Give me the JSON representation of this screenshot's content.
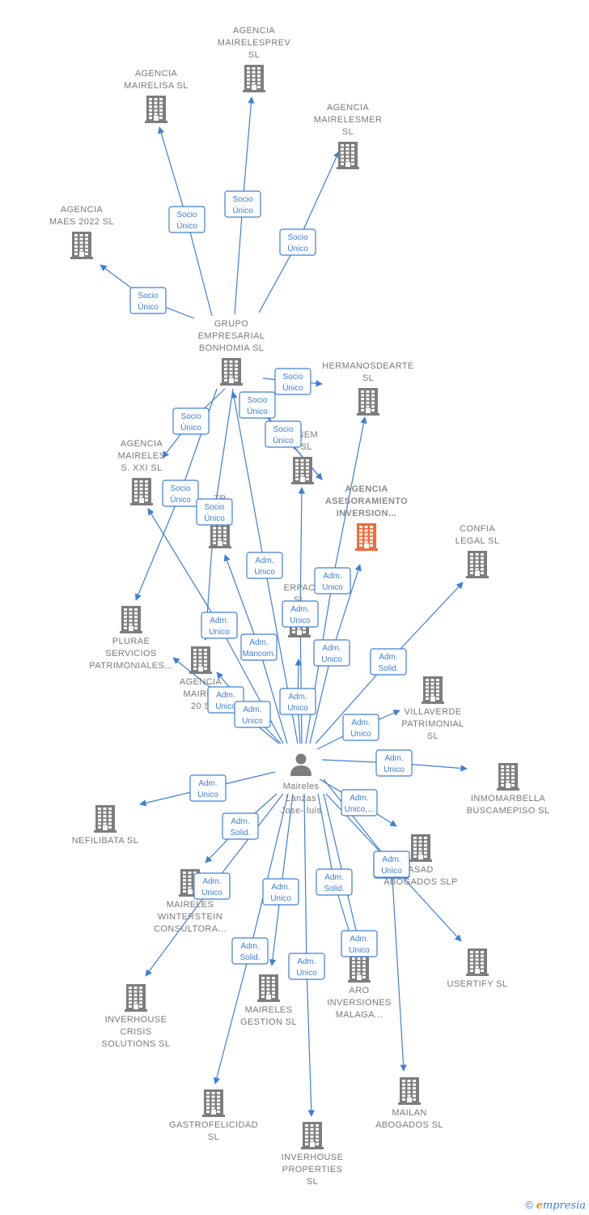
{
  "colors": {
    "edge": "#3d7fd6",
    "building": "#7d7d7d",
    "highlight": "#f26b3a",
    "person": "#7d7d7d",
    "label": "#7a7a7a"
  },
  "watermark": {
    "copyright": "©",
    "brand_e": "e",
    "brand_rest": "mpresia"
  },
  "nodes": [
    {
      "id": "prev",
      "kind": "company",
      "icon": "building-icon",
      "label": [
        "AGENCIA",
        "MAIRELESPREV",
        "SL"
      ]
    },
    {
      "id": "lisa",
      "kind": "company",
      "icon": "building-icon",
      "label": [
        "AGENCIA",
        "MAIRELISA  SL"
      ]
    },
    {
      "id": "mer",
      "kind": "company",
      "icon": "building-icon",
      "label": [
        "AGENCIA",
        "MAIRELESMER",
        "SL"
      ]
    },
    {
      "id": "maes",
      "kind": "company",
      "icon": "building-icon",
      "label": [
        "AGENCIA",
        "MAES 2022  SL"
      ]
    },
    {
      "id": "grupo",
      "kind": "company",
      "icon": "building-icon",
      "label": [
        "GRUPO",
        "EMPRESARIAL",
        "BONHOMIA  SL"
      ]
    },
    {
      "id": "hermanos",
      "kind": "company",
      "icon": "building-icon",
      "label": [
        "HERMANOSDEARTE",
        "SL"
      ]
    },
    {
      "id": "ionem",
      "kind": "company",
      "icon": "building-icon",
      "label": [
        "IONEM",
        "L  SL"
      ]
    },
    {
      "id": "xxi",
      "kind": "company",
      "icon": "building-icon",
      "label": [
        "AGENCIA",
        "MAIRELES",
        "S. XXI  SL"
      ]
    },
    {
      "id": "asesor",
      "kind": "company",
      "icon": "building-icon",
      "highlight": true,
      "label": [
        "AGENCIA",
        "ASESORAMIENTO",
        "INVERSION..."
      ]
    },
    {
      "id": "tr",
      "kind": "company",
      "icon": "building-icon",
      "label": [
        "TR",
        "R  SL"
      ]
    },
    {
      "id": "confia",
      "kind": "company",
      "icon": "building-icon",
      "label": [
        "CONFIA",
        "LEGAL  SL"
      ]
    },
    {
      "id": "plurae",
      "kind": "company",
      "icon": "building-icon",
      "label": [
        "PLURAE",
        "SERVICIOS",
        "PATRIMONIALES..."
      ]
    },
    {
      "id": "erpac",
      "kind": "company",
      "icon": "building-icon",
      "label": [
        "ERPAC",
        "SL"
      ]
    },
    {
      "id": "m20",
      "kind": "company",
      "icon": "building-icon",
      "label": [
        "AGENCIA",
        "MAIREL",
        "20  S"
      ]
    },
    {
      "id": "villaverde",
      "kind": "company",
      "icon": "building-icon",
      "label": [
        "VILLAVERDE",
        "PATRIMONIAL",
        "SL"
      ]
    },
    {
      "id": "person",
      "kind": "person",
      "icon": "person-icon",
      "label": [
        "Maireles",
        "Lanzas",
        "Jose- luis"
      ]
    },
    {
      "id": "inmo",
      "kind": "company",
      "icon": "building-icon",
      "label": [
        "INMOMARBELLA",
        "BUSCAMEPISO SL"
      ]
    },
    {
      "id": "nefi",
      "kind": "company",
      "icon": "building-icon",
      "label": [
        "NEFILIBATA  SL"
      ]
    },
    {
      "id": "asad",
      "kind": "company",
      "icon": "building-icon",
      "label": [
        "ASAD",
        "ABOGADOS SLP"
      ]
    },
    {
      "id": "winter",
      "kind": "company",
      "icon": "building-icon",
      "label": [
        "MAIRELES",
        "WINTERSTEIN",
        "CONSULTORA..."
      ]
    },
    {
      "id": "usertify",
      "kind": "company",
      "icon": "building-icon",
      "label": [
        "USERTIFY  SL"
      ]
    },
    {
      "id": "aro",
      "kind": "company",
      "icon": "building-icon",
      "label": [
        "ARO",
        "INVERSIONES",
        "MALAGA..."
      ]
    },
    {
      "id": "inverhouse_crisis",
      "kind": "company",
      "icon": "building-icon",
      "label": [
        "INVERHOUSE",
        "CRISIS",
        "SOLUTIONS SL"
      ]
    },
    {
      "id": "gestion",
      "kind": "company",
      "icon": "building-icon",
      "label": [
        "MAIRELES",
        "GESTION  SL"
      ]
    },
    {
      "id": "mailan",
      "kind": "company",
      "icon": "building-icon",
      "label": [
        "MAILAN",
        "ABOGADOS  SL"
      ]
    },
    {
      "id": "gastro",
      "kind": "company",
      "icon": "building-icon",
      "label": [
        "GASTROFELICIDAD",
        "SL"
      ]
    },
    {
      "id": "inverhouse_prop",
      "kind": "company",
      "icon": "building-icon",
      "label": [
        "INVERHOUSE",
        "PROPERTIES",
        "SL"
      ]
    }
  ],
  "edges": [
    {
      "from": "grupo",
      "to": "prev",
      "label": [
        "Socio",
        "Único"
      ]
    },
    {
      "from": "grupo",
      "to": "lisa",
      "label": [
        "Socio",
        "Único"
      ]
    },
    {
      "from": "grupo",
      "to": "mer",
      "label": [
        "Socio",
        "Único"
      ]
    },
    {
      "from": "grupo",
      "to": "maes",
      "label": [
        "Socio",
        "Único"
      ]
    },
    {
      "from": "grupo",
      "to": "hermanos",
      "label": [
        "Socio",
        "Único"
      ]
    },
    {
      "from": "grupo",
      "to": "ionem",
      "label": [
        "Socio",
        "Único"
      ]
    },
    {
      "from": "grupo",
      "to": "ionem",
      "label": [
        "Socio",
        "Único"
      ]
    },
    {
      "from": "grupo",
      "to": "xxi",
      "label": [
        "Socio",
        "Único"
      ]
    },
    {
      "from": "grupo",
      "to": "plurae",
      "label": [
        "Socio",
        "Único"
      ]
    },
    {
      "from": "grupo",
      "to": "m20",
      "label": [
        "Socio",
        "Único"
      ]
    },
    {
      "from": "person",
      "to": "grupo",
      "label": [
        "Adm.",
        "Unico"
      ]
    },
    {
      "from": "person",
      "to": "ionem",
      "label": [
        "Adm.",
        "Unico"
      ]
    },
    {
      "from": "person",
      "to": "hermanos",
      "label": [
        "Adm.",
        "Unico"
      ]
    },
    {
      "from": "person",
      "to": "asesor",
      "label": [
        "Adm.",
        "Unico"
      ]
    },
    {
      "from": "person",
      "to": "erpac",
      "label": [
        "Adm.",
        "Unico"
      ]
    },
    {
      "from": "person",
      "to": "tr",
      "label": [
        "Adm.",
        "Mancom."
      ]
    },
    {
      "from": "person",
      "to": "xxi",
      "label": [
        "Adm.",
        "Unico"
      ]
    },
    {
      "from": "person",
      "to": "m20",
      "label": [
        "Adm.",
        "Unico"
      ]
    },
    {
      "from": "person",
      "to": "m20",
      "label": [
        "Adm.",
        "Unico"
      ]
    },
    {
      "from": "person",
      "to": "confia",
      "label": [
        "Adm.",
        "Solid."
      ]
    },
    {
      "from": "person",
      "to": "villaverde",
      "label": [
        "Adm.",
        "Unico"
      ]
    },
    {
      "from": "person",
      "to": "inmo",
      "label": [
        "Adm.",
        "Unico"
      ]
    },
    {
      "from": "person",
      "to": "nefi",
      "label": [
        "Adm.",
        "Unico"
      ]
    },
    {
      "from": "person",
      "to": "asad",
      "label": [
        "Adm.",
        "Unico,..."
      ]
    },
    {
      "from": "person",
      "to": "usertify",
      "label": [
        "Adm.",
        "Unico"
      ]
    },
    {
      "from": "person",
      "to": "winter",
      "label": [
        "Adm.",
        "Solid."
      ]
    },
    {
      "from": "person",
      "to": "inverhouse_crisis",
      "label": [
        "Adm.",
        "Unico"
      ]
    },
    {
      "from": "person",
      "to": "gestion",
      "label": [
        "Adm.",
        "Unico"
      ]
    },
    {
      "from": "person",
      "to": "aro",
      "label": [
        "Adm.",
        "Solid."
      ]
    },
    {
      "from": "person",
      "to": "aro",
      "label": [
        "Adm.",
        "Unico"
      ]
    },
    {
      "from": "person",
      "to": "gastro",
      "label": [
        "Adm.",
        "Solid."
      ]
    },
    {
      "from": "person",
      "to": "inverhouse_prop",
      "label": [
        "Adm.",
        "Unico"
      ]
    },
    {
      "from": "person",
      "to": "mailan",
      "label": [
        "Adm.",
        "Unico"
      ]
    }
  ]
}
